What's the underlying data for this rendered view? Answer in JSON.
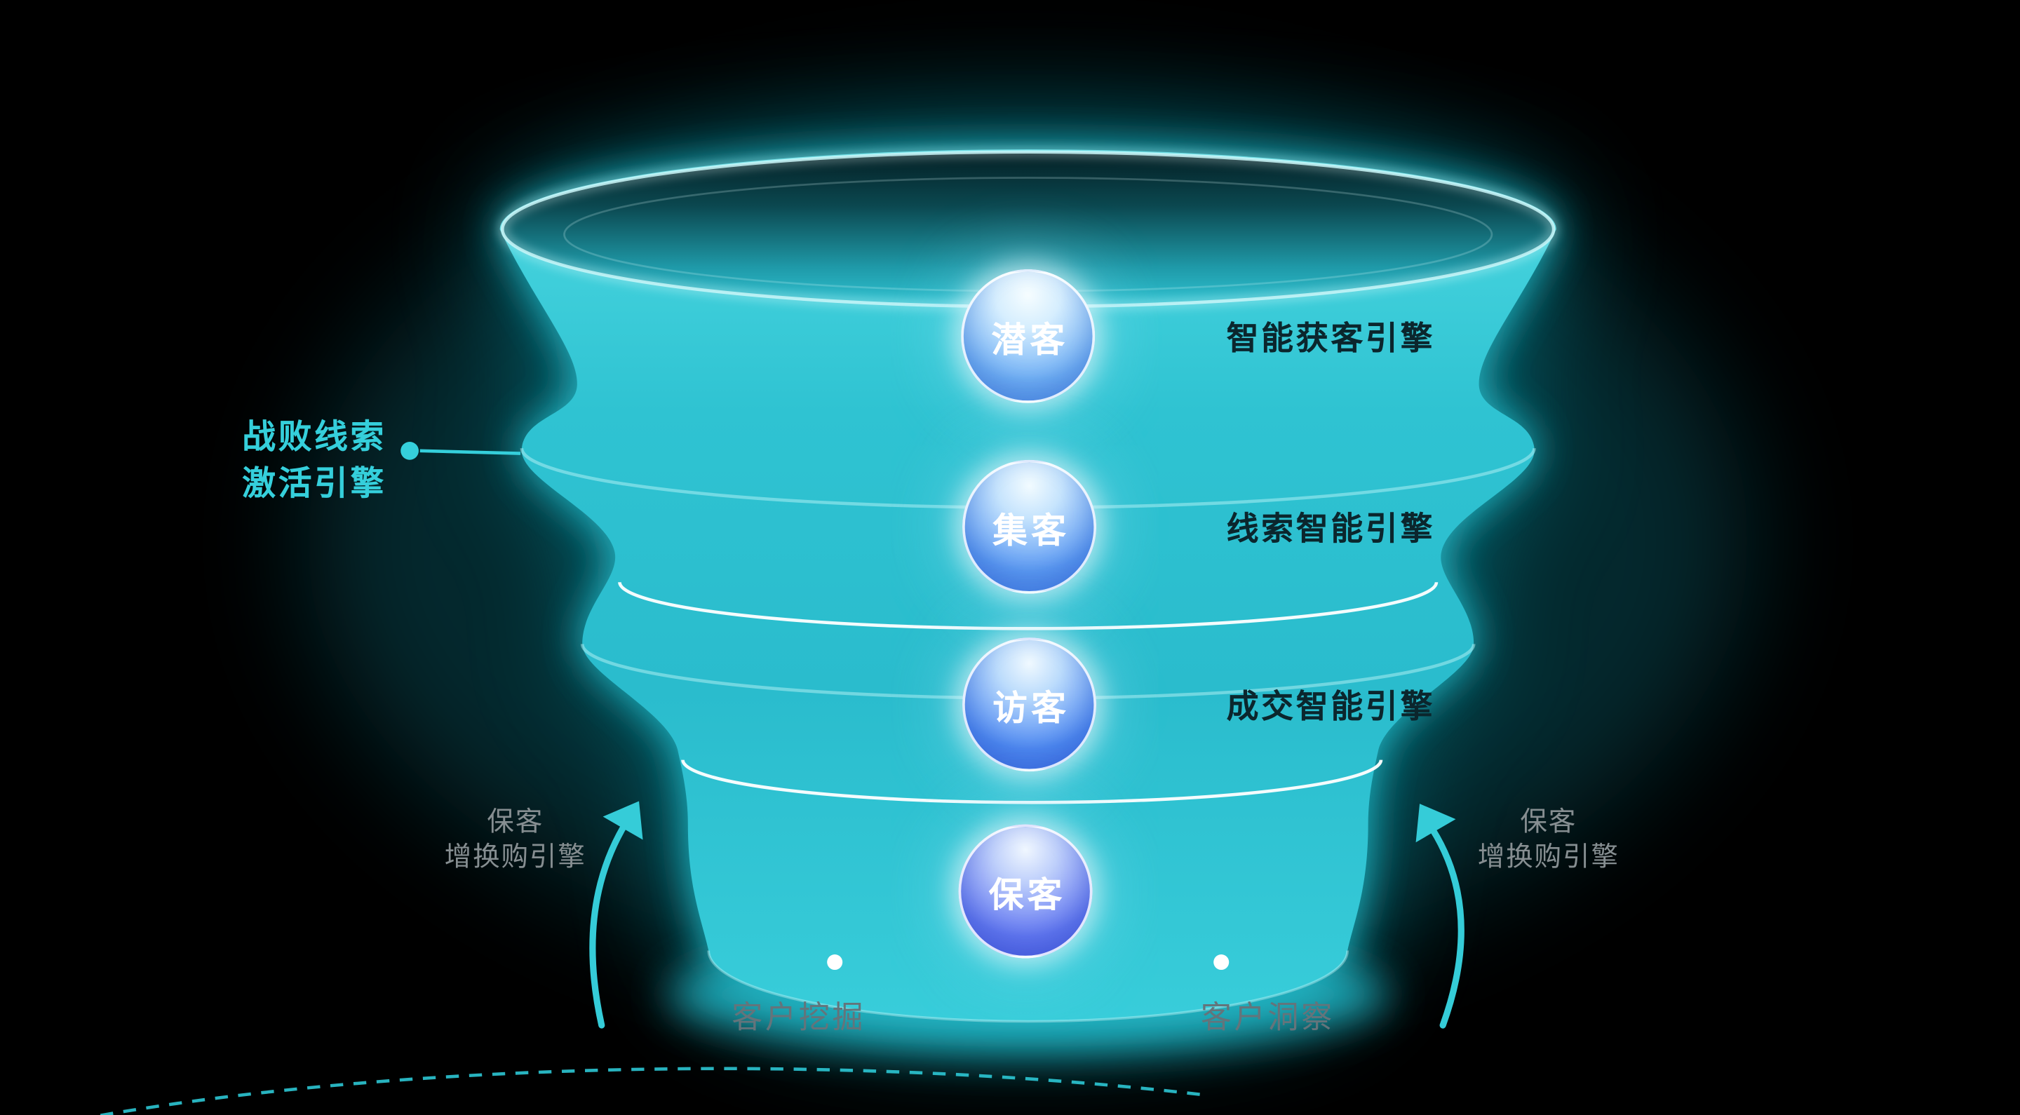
{
  "diagram": {
    "stages": [
      {
        "label": "潜客",
        "engine": "智能获客引擎"
      },
      {
        "label": "集客",
        "engine": "线索智能引擎"
      },
      {
        "label": "访客",
        "engine": "成交智能引擎"
      },
      {
        "label": "保客",
        "engine": ""
      }
    ],
    "left_callout": {
      "line1": "战败线索",
      "line2": "激活引擎"
    },
    "retention_label_left": {
      "line1": "保客",
      "line2": "增换购引擎"
    },
    "retention_label_right": {
      "line1": "保客",
      "line2": "增换购引擎"
    },
    "bottom_left_label": "客户挖掘",
    "bottom_right_label": "客户洞察",
    "colors": {
      "background": "#000000",
      "funnel_body": "#2cc3d2",
      "funnel_glow": "#1aa9ba",
      "accent_cyan": "#35cfdb",
      "engine_text": "#0b262d",
      "muted_text": "#868e91",
      "badge_gradient_top": "#f2fbff",
      "badge_gradient_bottom": "#4a6ef0",
      "badge_text": "#ffffff",
      "separator_line": "#ffffff"
    }
  }
}
